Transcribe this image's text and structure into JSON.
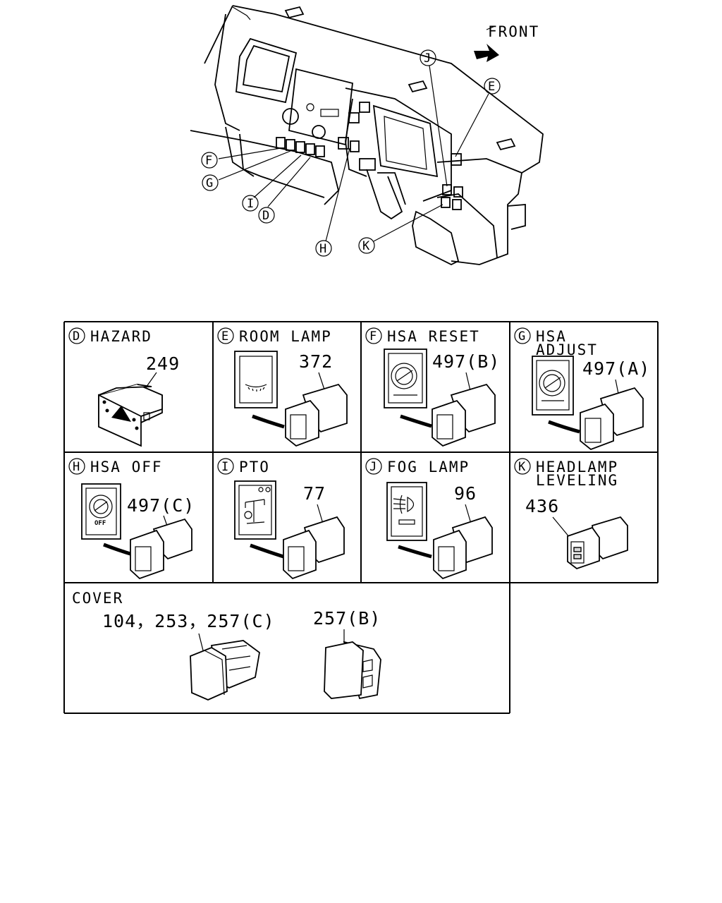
{
  "overview": {
    "front_label": "FRONT",
    "callouts": [
      "F",
      "G",
      "I",
      "D",
      "H",
      "K",
      "J",
      "E"
    ]
  },
  "cells": [
    {
      "letter": "D",
      "title": "HAZARD",
      "title2": "",
      "part": "249"
    },
    {
      "letter": "E",
      "title": "ROOM LAMP",
      "title2": "",
      "part": "372"
    },
    {
      "letter": "F",
      "title": "HSA RESET",
      "title2": "",
      "part": "497(B)"
    },
    {
      "letter": "G",
      "title": "HSA",
      "title2": "ADJUST",
      "part": "497(A)"
    },
    {
      "letter": "H",
      "title": "HSA OFF",
      "title2": "",
      "part": "497(C)",
      "inner_text": "OFF"
    },
    {
      "letter": "I",
      "title": "PTO",
      "title2": "",
      "part": "77"
    },
    {
      "letter": "J",
      "title": "FOG LAMP",
      "title2": "",
      "part": "96"
    },
    {
      "letter": "K",
      "title": "HEADLAMP",
      "title2": "LEVELING",
      "part": "436"
    }
  ],
  "cover": {
    "title": "COVER",
    "part_left": "104，253，257(C)",
    "part_right": "257(B)"
  }
}
